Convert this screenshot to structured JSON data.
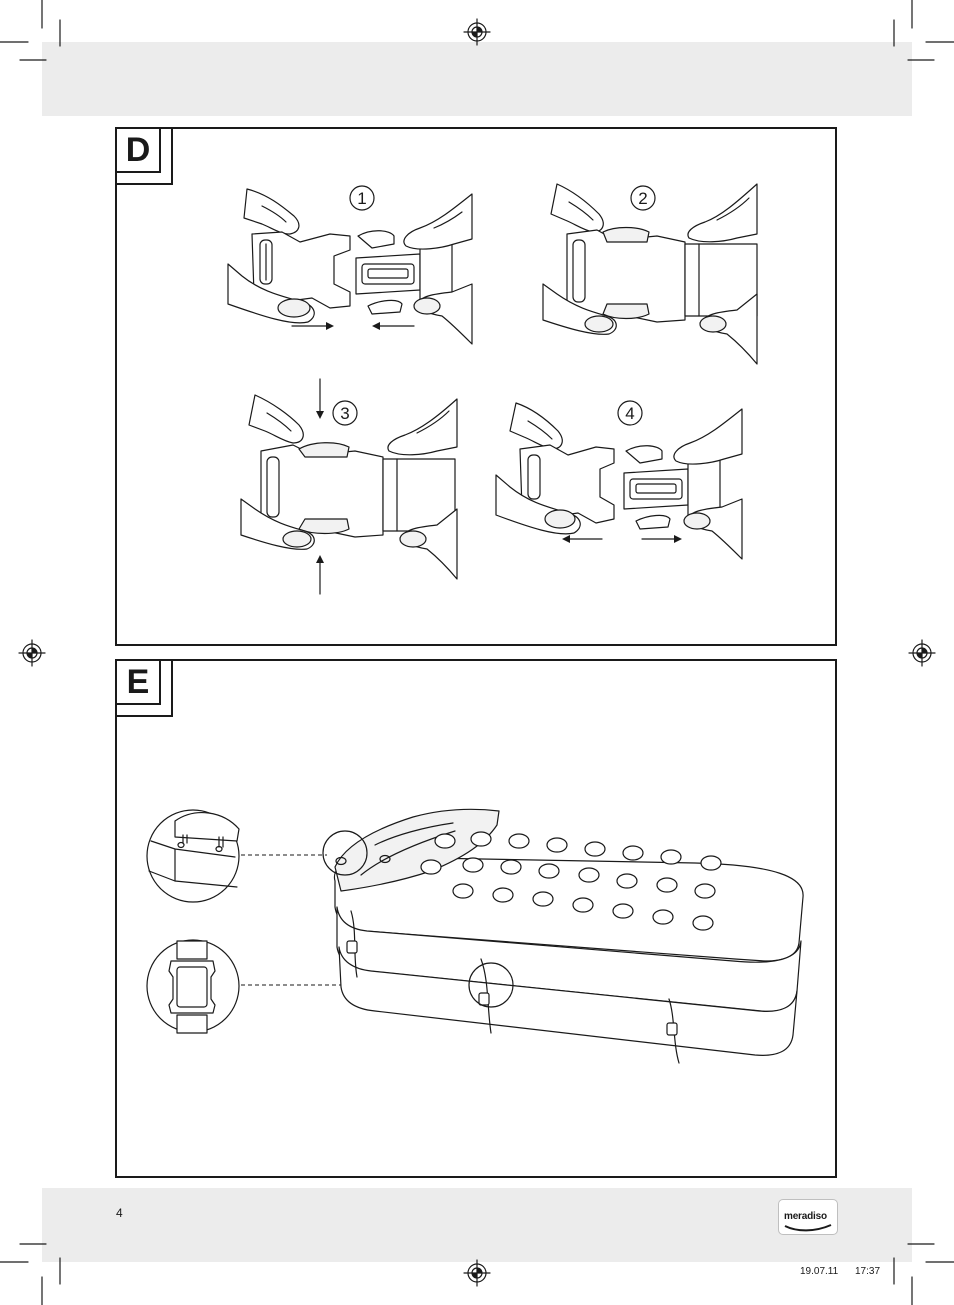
{
  "sections": [
    {
      "label": "D",
      "step_labels": [
        "1",
        "2",
        "3",
        "4"
      ]
    },
    {
      "label": "E"
    }
  ],
  "footer": {
    "page_number": "4",
    "brand": "meradiso",
    "date": "19.07.11",
    "time": "17:37"
  }
}
